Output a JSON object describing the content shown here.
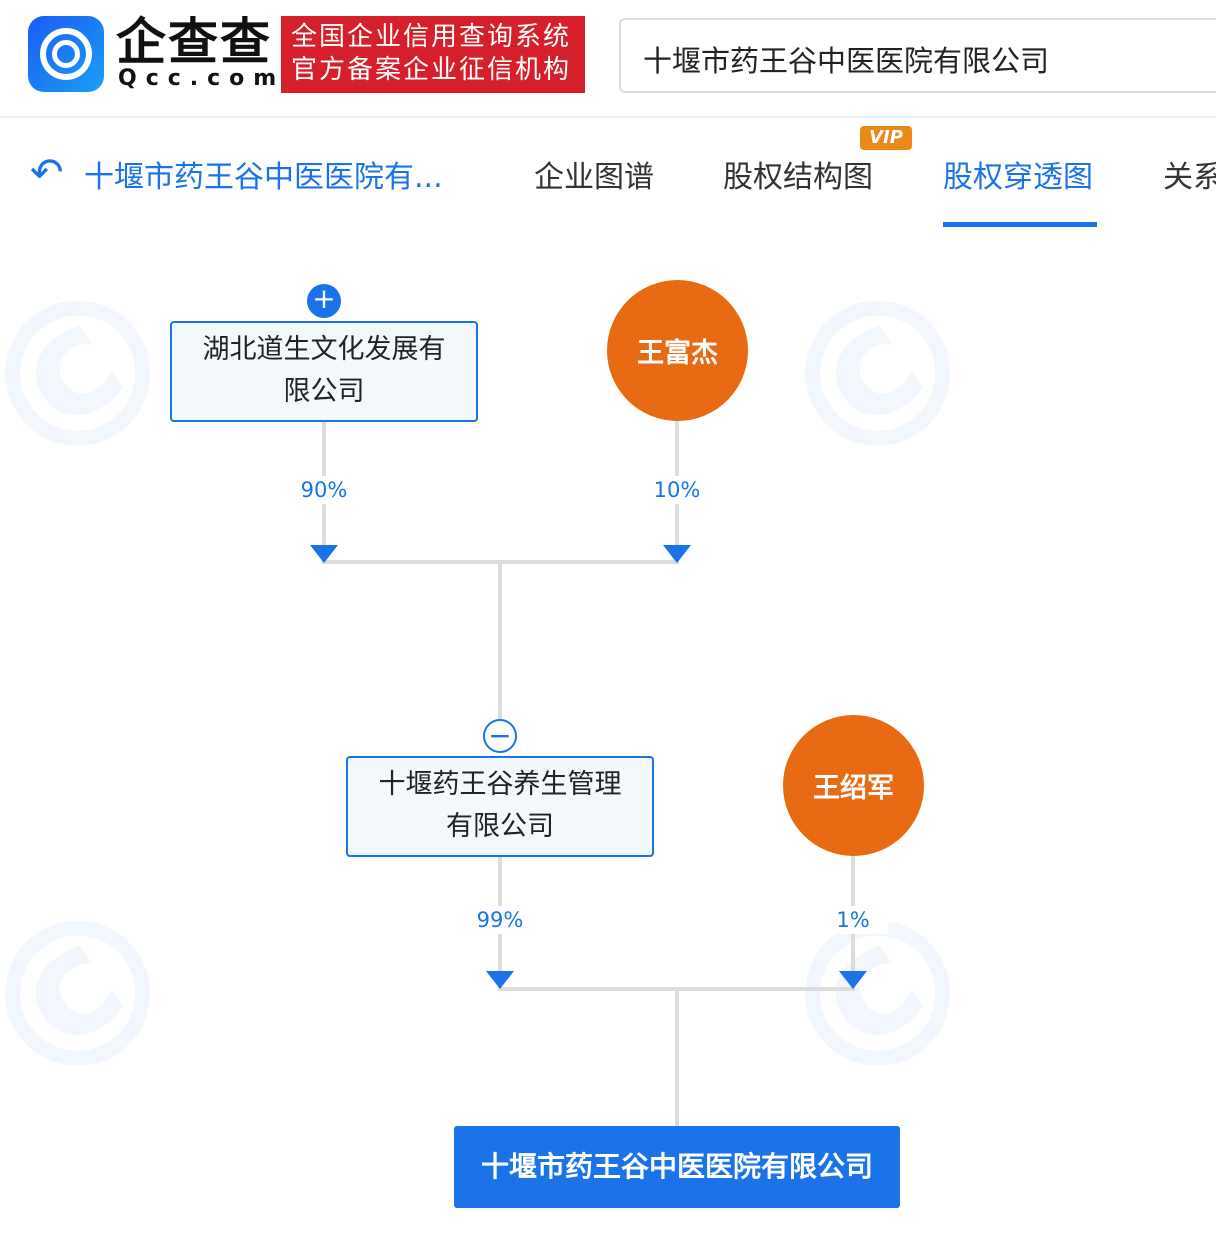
{
  "header": {
    "logo_text": "企查查",
    "logo_sub": "Qcc.com",
    "badge_line1": "全国企业信用查询系统",
    "badge_line2": "官方备案企业征信机构",
    "search_value": "十堰市药王谷中医医院有限公司"
  },
  "nav": {
    "title": "十堰市药王谷中医医院有...",
    "tabs": [
      {
        "label": "企业图谱"
      },
      {
        "label": "股权结构图",
        "badge": "VIP"
      },
      {
        "label": "股权穿透图",
        "active": true
      },
      {
        "label": "关系"
      }
    ]
  },
  "graph": {
    "node_hubei": "湖北道生文化发展有限公司",
    "node_hubei_l1": "湖北道生文化发展有",
    "node_hubei_l2": "限公司",
    "person1": "王富杰",
    "pct1": "90%",
    "pct2": "10%",
    "node_yangsheng_l1": "十堰药王谷养生管理",
    "node_yangsheng_l2": "有限公司",
    "person2": "王绍军",
    "pct3": "99%",
    "pct4": "1%",
    "target": "十堰市药王谷中医医院有限公司",
    "expand_symbol": "+",
    "collapse_symbol": "−"
  },
  "colors": {
    "accent": "#1a73e8",
    "person": "#e86a12",
    "badge": "#d51f2b"
  }
}
